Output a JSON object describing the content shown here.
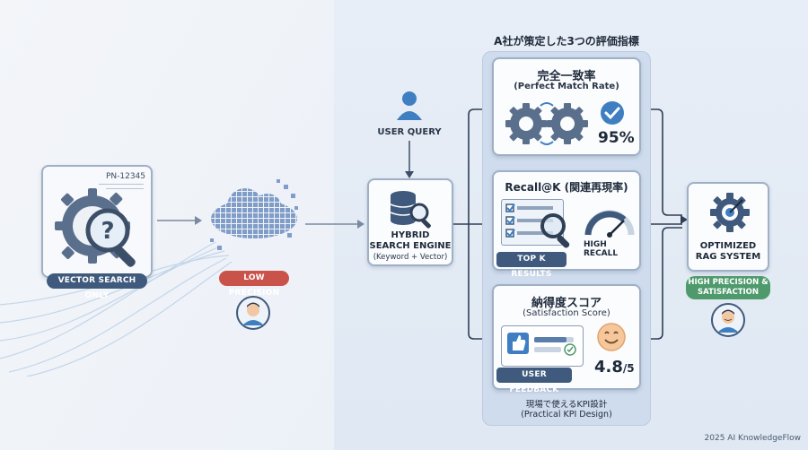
{
  "left": {
    "doc_id": "PN-12345",
    "vector_label": "VECTOR SEARCH ONLY",
    "low_precision": "LOW PRECISION"
  },
  "flow": {
    "user_query": "USER QUERY",
    "engine_title_1": "HYBRID",
    "engine_title_2": "SEARCH ENGINE",
    "engine_sub": "(Keyword + Vector)"
  },
  "kpi": {
    "header": "A社が策定した3つの評価指標",
    "card1_title": "完全一致率",
    "card1_sub": "(Perfect Match Rate)",
    "card1_value": "95%",
    "card2_title": "Recall@K (関連再現率)",
    "card2_gauge_label": "HIGH RECALL",
    "card2_pill": "TOP K RESULTS",
    "card3_title": "納得度スコア",
    "card3_sub": "(Satisfaction Score)",
    "card3_value": "4.8",
    "card3_value_denom": "/5",
    "card3_pill": "USER FEEDBACK",
    "footer_1": "現場で使えるKPI設計",
    "footer_2": "(Practical KPI Design)"
  },
  "output": {
    "title_1": "OPTIMIZED",
    "title_2": "RAG SYSTEM",
    "pill_1": "HIGH PRECISION &",
    "pill_2": "SATISFACTION"
  },
  "footer_brand": "2025 AI KnowledgeFlow",
  "colors": {
    "navy": "#3f5a7c",
    "red": "#c9534a",
    "green": "#4f9a6c",
    "blue": "#3f7fc1",
    "panel": "#cfdcee"
  }
}
